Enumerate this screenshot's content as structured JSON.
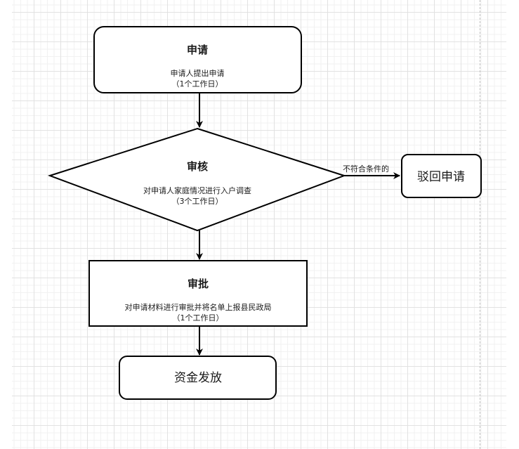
{
  "diagram": {
    "type": "flowchart",
    "nodes": [
      {
        "id": "apply",
        "shape": "rounded-rectangle",
        "title": "申请",
        "description": "申请人提出申请",
        "duration": "（1个工作日）"
      },
      {
        "id": "review",
        "shape": "diamond",
        "title": "审核",
        "description": "对申请人家庭情况进行入户调查",
        "duration": "（3个工作日）"
      },
      {
        "id": "reject",
        "shape": "rounded-rectangle",
        "title": "驳回申请"
      },
      {
        "id": "approve",
        "shape": "rectangle",
        "title": "审批",
        "description": "对申请材料进行审批并将名单上报县民政局",
        "duration": "（1个工作日）"
      },
      {
        "id": "disburse",
        "shape": "rounded-rectangle",
        "title": "资金发放"
      }
    ],
    "edges": [
      {
        "from": "apply",
        "to": "review",
        "label": ""
      },
      {
        "from": "review",
        "to": "reject",
        "label": "不符合条件的"
      },
      {
        "from": "review",
        "to": "approve",
        "label": ""
      },
      {
        "from": "approve",
        "to": "disburse",
        "label": ""
      }
    ]
  },
  "colors": {
    "stroke": "#000000",
    "fill": "#ffffff",
    "grid_major": "#e0e0e0",
    "grid_minor": "#f0f0f0",
    "page_edge": "#bdbdbd"
  }
}
